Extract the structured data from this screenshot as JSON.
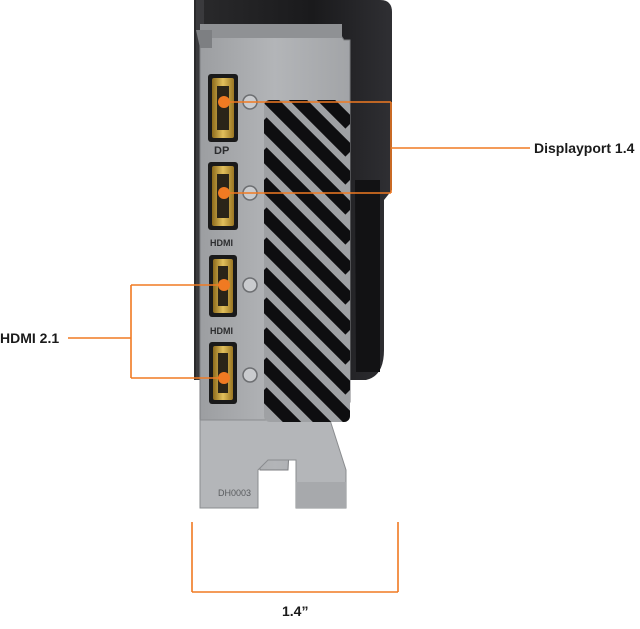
{
  "callouts": {
    "displayport_label": "Displayport 1.4",
    "hdmi_label": "HDMI 2.1",
    "bracket_width_label": "1.4”"
  },
  "bracket_markings": {
    "port_group_1": "DP",
    "port_group_2": "HDMI",
    "port_group_3": "HDMI",
    "part_code": "DH0003"
  },
  "colors": {
    "callout_orange": "#f07a22",
    "bracket_gray": "#a9abae",
    "shroud_black": "#1c1c1e",
    "port_gold": "#c9a43a"
  }
}
